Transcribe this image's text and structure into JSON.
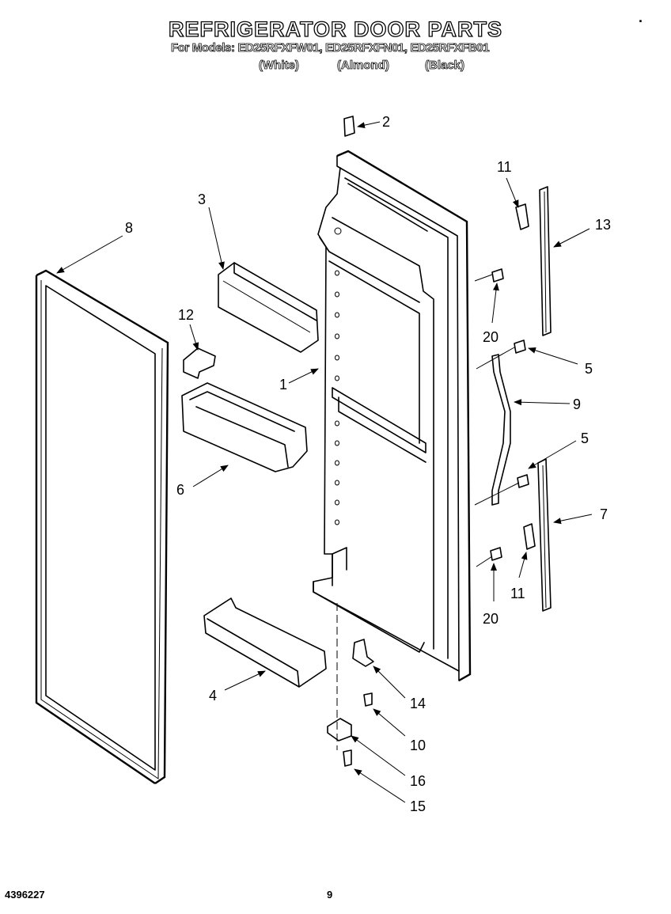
{
  "header": {
    "title": "REFRIGERATOR DOOR PARTS",
    "models_line": "For Models: ED25RFXFW01, ED25RFXFN01, ED25RFXFB01",
    "variants": [
      "(White)",
      "(Almond)",
      "(Black)"
    ]
  },
  "footer": {
    "doc_number": "4396227",
    "page_number": "9",
    "corner_mark": "."
  },
  "callouts": [
    "1",
    "2",
    "3",
    "4",
    "5",
    "5",
    "6",
    "7",
    "8",
    "9",
    "10",
    "11",
    "11",
    "12",
    "13",
    "14",
    "15",
    "16",
    "20",
    "20"
  ]
}
